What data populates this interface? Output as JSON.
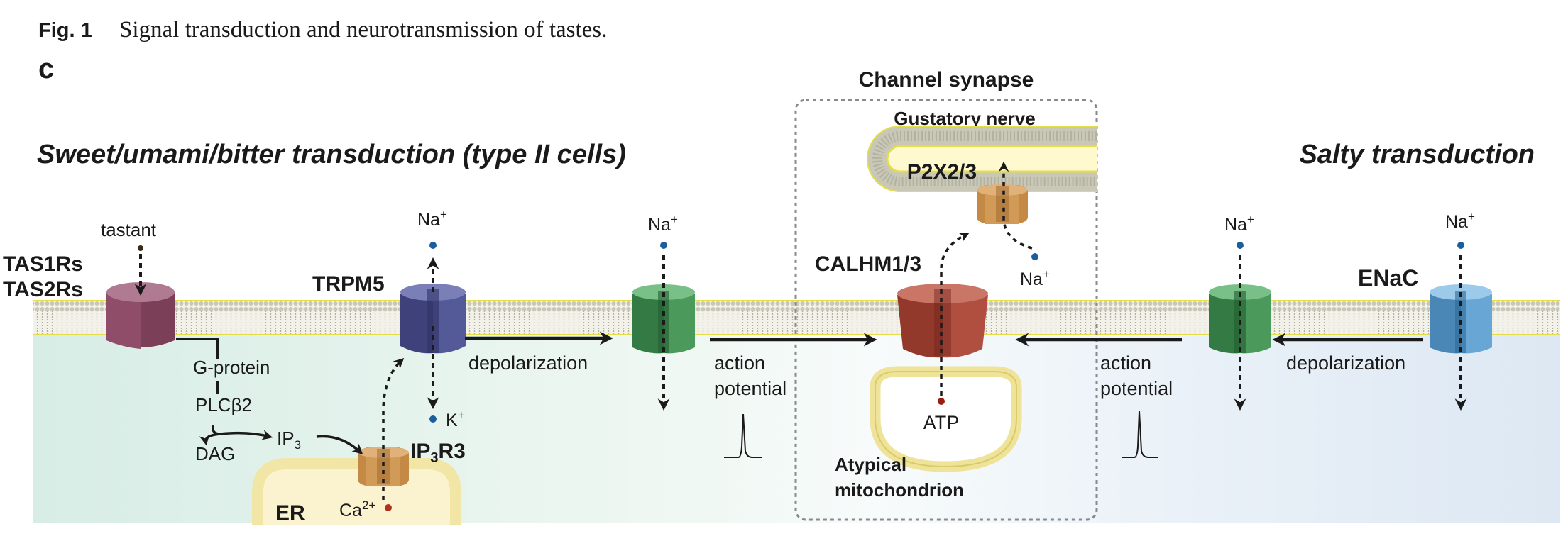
{
  "figure": {
    "fig_label": "Fig. 1",
    "caption": "Signal transduction and neurotransmission of tastes.",
    "panel_letter": "c"
  },
  "headings": {
    "sweet": "Sweet/umami/bitter transduction (type II cells)",
    "salty": "Salty transduction",
    "channel_synapse": "Channel synapse",
    "gustatory_nerve": "Gustatory nerve"
  },
  "labels": {
    "tastant": "tastant",
    "tas1rs": "TAS1Rs",
    "tas2rs": "TAS2Rs",
    "trpm5": "TRPM5",
    "calhm": "CALHM1/3",
    "p2x": "P2X2/3",
    "enac": "ENaC",
    "gprotein": "G-protein",
    "plcb2": "PLCβ2",
    "dag": "DAG",
    "ip3_base": "IP",
    "ip3_sub": "3",
    "ip3r3_a": "IP",
    "ip3r3_sub": "3",
    "ip3r3_b": "R3",
    "er": "ER",
    "ca_base": "Ca",
    "ca_sup": "2+",
    "na_base": "Na",
    "na_sup": "+",
    "k_base": "K",
    "k_sup": "+",
    "atp": "ATP",
    "depolarization": "depolarization",
    "action": "action",
    "potential": "potential",
    "atypical": "Atypical",
    "mitochondrion": "mitochondrion"
  },
  "colors": {
    "membrane_head": "#c9c7b6",
    "membrane_edge": "#e6dd4a",
    "tas_receptor": "#8a4a63",
    "trpm5": "#4b4f8a",
    "green_channel": "#3f8a50",
    "calhm": "#a4483a",
    "enac": "#5a9ac8",
    "ip3r3": "#c48a45",
    "p2x": "#c48a45",
    "ion_blue": "#1a5e9e",
    "ion_red": "#b0301c"
  }
}
